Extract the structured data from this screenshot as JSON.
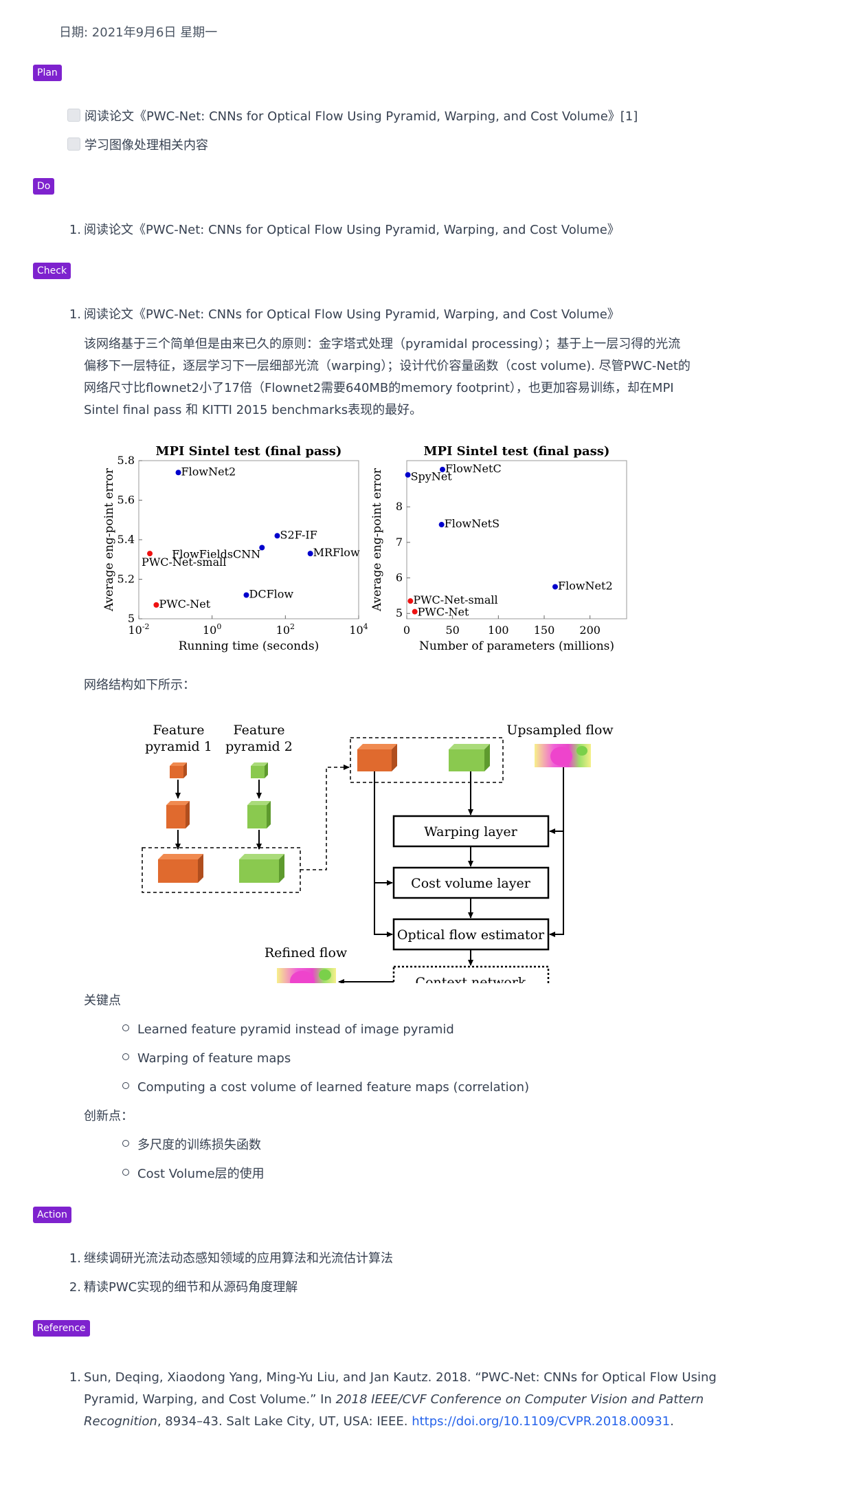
{
  "date": "日期: 2021年9月6日 星期一",
  "tags": {
    "plan": "Plan",
    "do": "Do",
    "check": "Check",
    "action": "Action",
    "reference": "Reference"
  },
  "plan_items": [
    "阅读论文《PWC-Net: CNNs for Optical Flow Using Pyramid, Warping, and Cost Volume》[1]",
    "学习图像处理相关内容"
  ],
  "do_items": [
    {
      "num": "1.",
      "text": "阅读论文《PWC-Net: CNNs for Optical Flow Using Pyramid, Warping, and Cost Volume》"
    }
  ],
  "check": {
    "item": {
      "num": "1.",
      "text": "阅读论文《PWC-Net: CNNs for Optical Flow Using Pyramid, Warping, and Cost Volume》"
    },
    "paragraph": [
      "该网络基于三个简单但是由来已久的原则：金字塔式处理（pyramidal processing）；基于上一层习得的光流",
      "偏移下一层特征，逐层学习下一层细部光流（warping）；设计代价容量函数（cost volume). 尽管PWC-Net的",
      "网络尺寸比flownet2小了17倍（Flownet2需要640MB的memory footprint），也更加容易训练，却在MPI",
      "Sintel final pass 和 KITTI 2015 benchmarks表现的最好。"
    ],
    "structure_label": "网络结构如下所示：",
    "key_points_label": "关键点",
    "key_points": [
      "Learned feature pyramid instead of image pyramid",
      "Warping of feature maps",
      "Computing a cost volume of learned feature maps (correlation)"
    ],
    "innovation_label": "创新点：",
    "innovations": [
      "多尺度的训练损失函数",
      "Cost Volume层的使用"
    ]
  },
  "action_items": [
    {
      "num": "1.",
      "text": "继续调研光流法动态感知领域的应用算法和光流估计算法"
    },
    {
      "num": "2.",
      "text": "精读PWC实现的细节和从源码角度理解"
    }
  ],
  "reference": {
    "num": "1.",
    "line1": "Sun, Deqing, Xiaodong Yang, Ming-Yu Liu, and Jan Kautz. 2018. “PWC-Net: CNNs for Optical Flow Using",
    "line2_a": "Pyramid, Warping, and Cost Volume.” In ",
    "line2_b": "2018 IEEE/CVF Conference on Computer Vision and Pattern",
    "line3_a": "Recognition",
    "line3_b": ", 8934–43. Salt Lake City, UT, USA: IEEE. ",
    "link": "https://doi.org/10.1109/CVPR.2018.00931",
    "line3_c": "."
  },
  "chart_data": [
    {
      "type": "scatter",
      "title": "MPI Sintel test (final pass)",
      "xlabel": "Running time (seconds)",
      "ylabel": "Average eng-point error",
      "xscale": "log",
      "xlim": [
        0.01,
        10000
      ],
      "ylim": [
        5,
        5.8
      ],
      "xticks": [
        "10-2",
        "100",
        "102",
        "104"
      ],
      "yticks": [
        "5",
        "5.2",
        "5.4",
        "5.6",
        "5.8"
      ],
      "points": [
        {
          "label": "FlowNet2",
          "x": 0.12,
          "y": 5.74,
          "color": "#0000cc"
        },
        {
          "label": "S2F-IF",
          "x": 60,
          "y": 5.42,
          "color": "#0000cc"
        },
        {
          "label": "FlowFieldsCNN",
          "x": 23,
          "y": 5.36,
          "color": "#0000cc"
        },
        {
          "label": "MRFlow",
          "x": 480,
          "y": 5.33,
          "color": "#0000cc"
        },
        {
          "label": "DCFlow",
          "x": 8.6,
          "y": 5.12,
          "color": "#0000cc"
        },
        {
          "label": "PWC-Net-small",
          "x": 0.02,
          "y": 5.33,
          "color": "#ee1111"
        },
        {
          "label": "PWC-Net",
          "x": 0.03,
          "y": 5.07,
          "color": "#ee1111"
        }
      ]
    },
    {
      "type": "scatter",
      "title": "MPI Sintel test (final pass)",
      "xlabel": "Number of parameters (millions)",
      "ylabel": "Average eng-point error",
      "xlim": [
        0,
        240
      ],
      "ylim": [
        4.85,
        9.3
      ],
      "xticks": [
        "0",
        "50",
        "100",
        "150",
        "200"
      ],
      "yticks": [
        "5",
        "6",
        "7",
        "8"
      ],
      "points": [
        {
          "label": "SpyNet",
          "x": 1.2,
          "y": 8.9,
          "color": "#0000cc"
        },
        {
          "label": "FlowNetC",
          "x": 39,
          "y": 9.05,
          "color": "#0000cc"
        },
        {
          "label": "FlowNetS",
          "x": 38,
          "y": 7.5,
          "color": "#0000cc"
        },
        {
          "label": "FlowNet2",
          "x": 162,
          "y": 5.75,
          "color": "#0000cc"
        },
        {
          "label": "PWC-Net-small",
          "x": 4,
          "y": 5.35,
          "color": "#ee1111"
        },
        {
          "label": "PWC-Net",
          "x": 8.75,
          "y": 5.05,
          "color": "#ee1111"
        }
      ]
    }
  ],
  "diagram": {
    "feature_pyramid_1": "Feature pyramid 1",
    "feature_pyramid_1_a": "Feature",
    "feature_pyramid_1_b": "pyramid 1",
    "feature_pyramid_2_a": "Feature",
    "feature_pyramid_2_b": "pyramid 2",
    "upsampled_flow": "Upsampled flow",
    "warping_layer": "Warping layer",
    "cost_volume_layer": "Cost volume layer",
    "optical_flow_estimator": "Optical flow estimator",
    "context_network": "Context network",
    "refined_flow": "Refined flow",
    "colors": {
      "orange": "#e06a2e",
      "green": "#8ac94f"
    }
  }
}
